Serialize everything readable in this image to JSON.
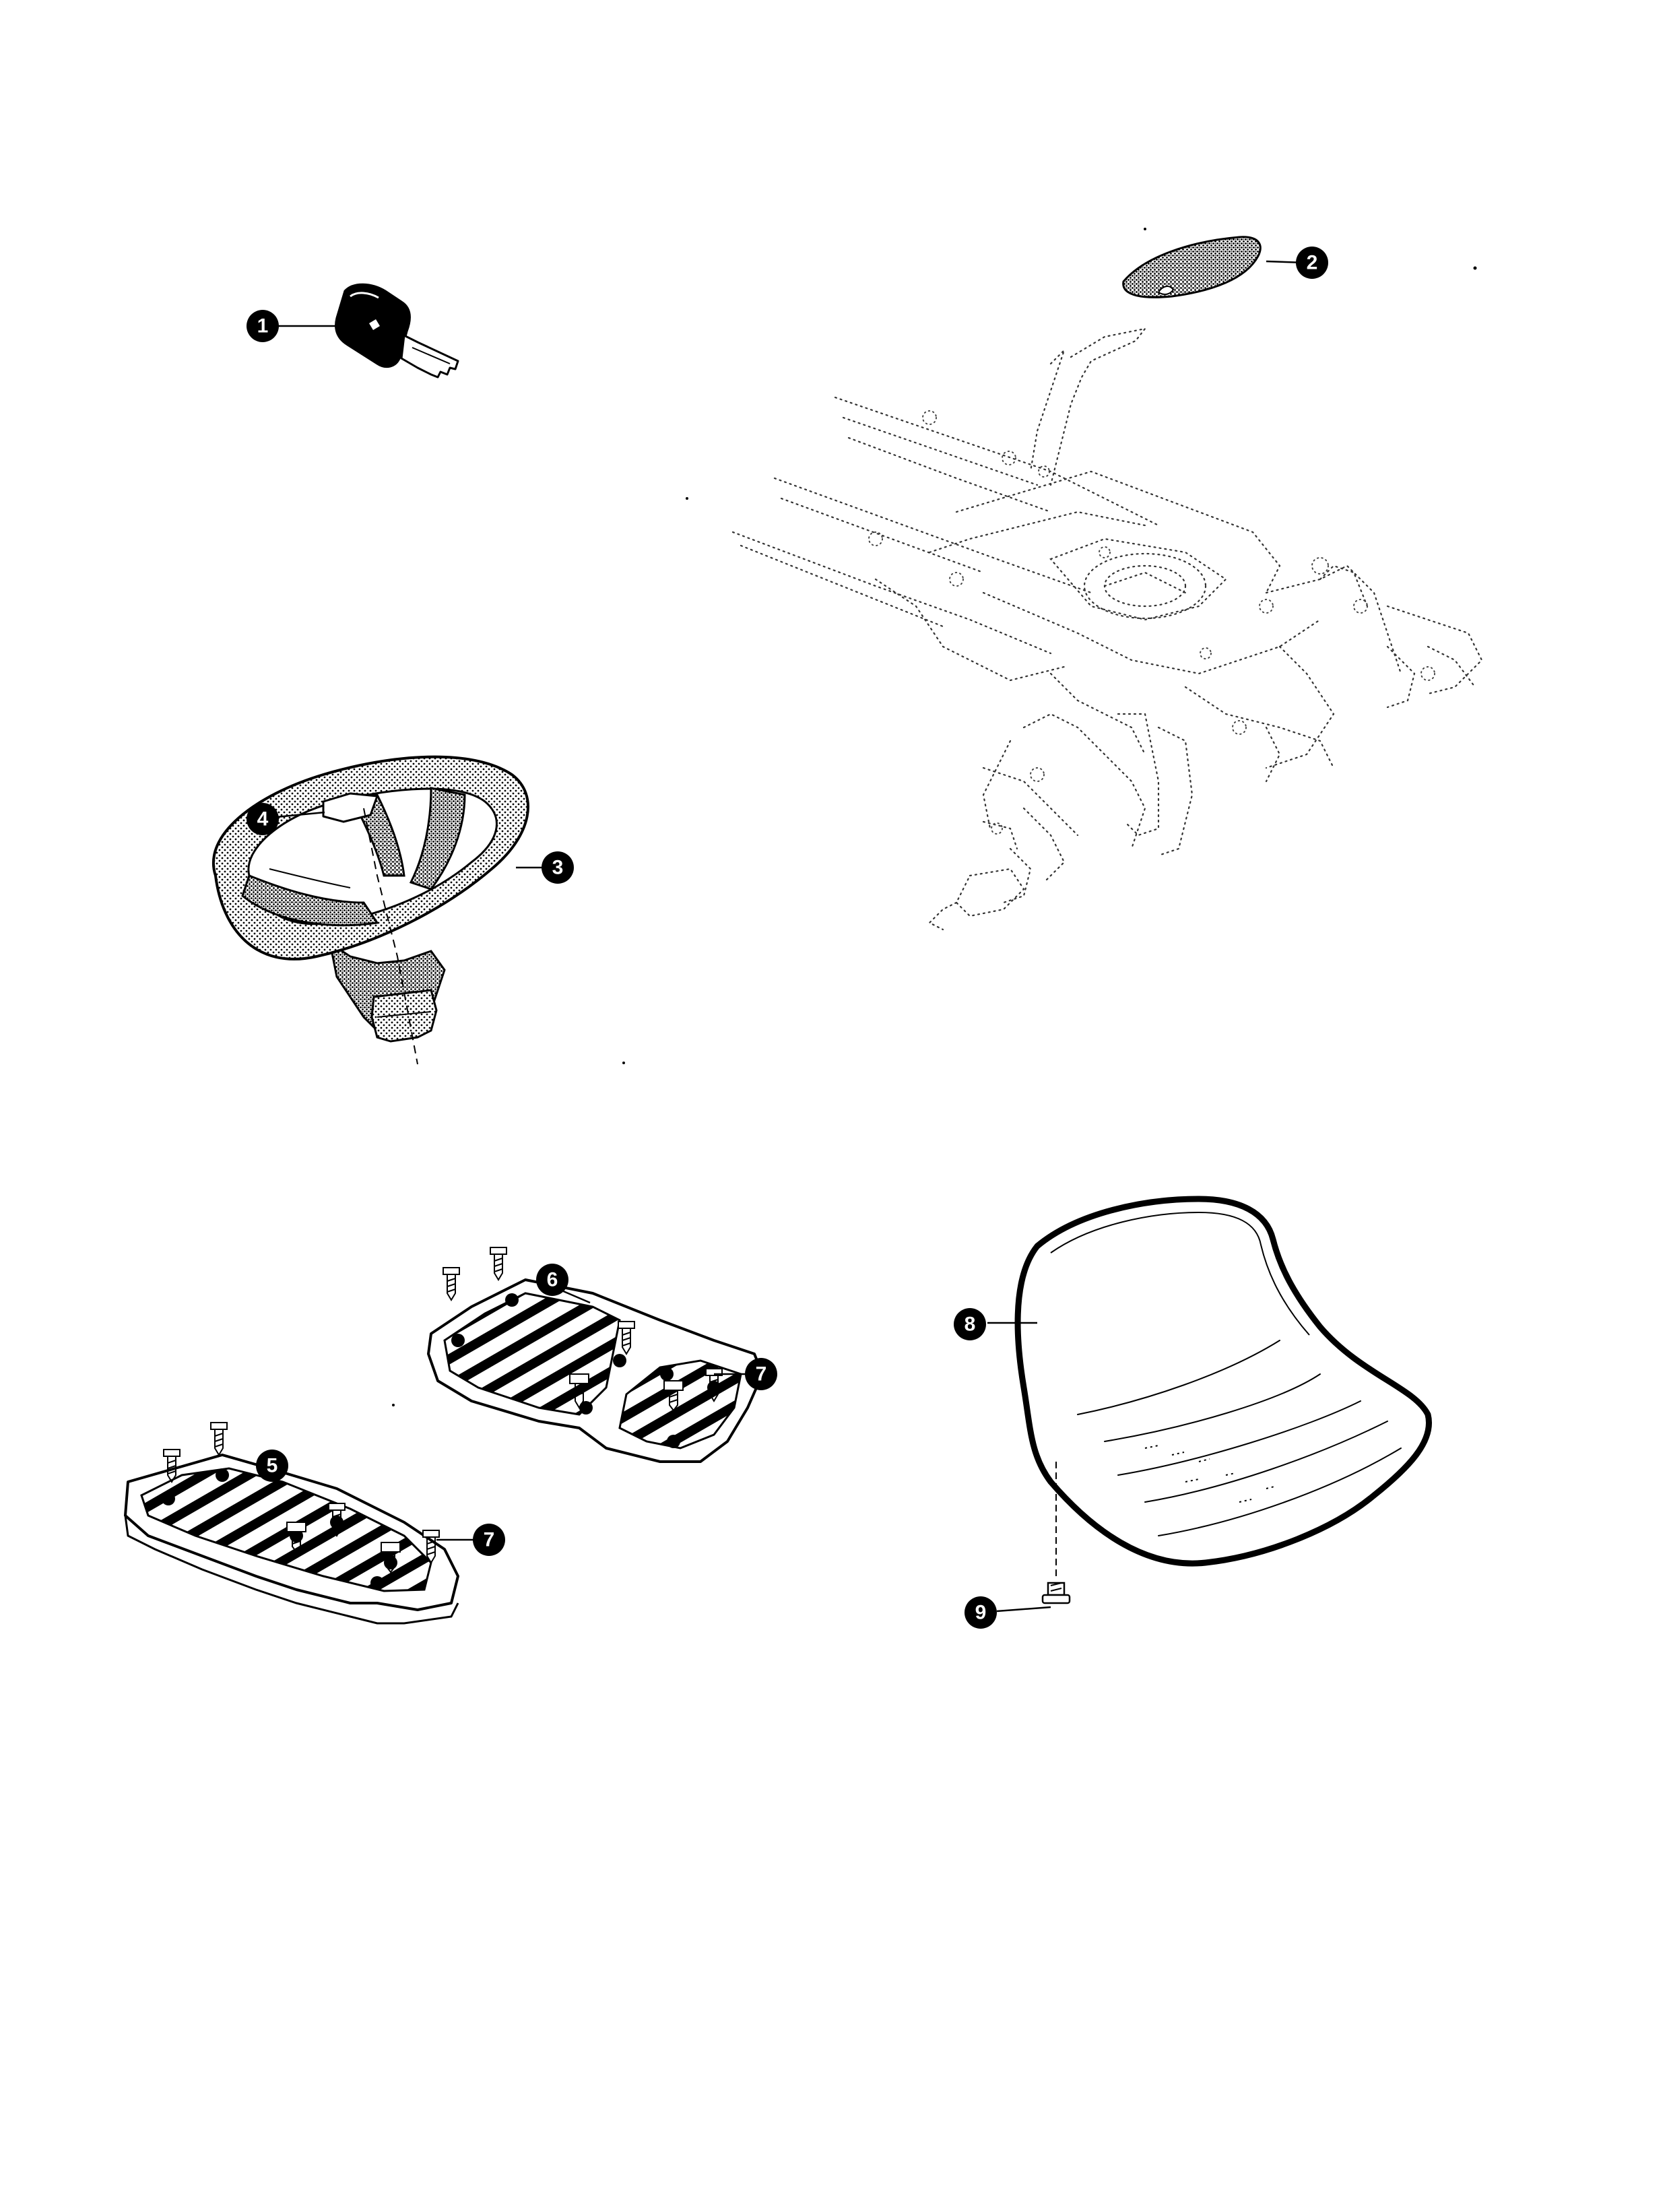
{
  "callouts": [
    {
      "id": "1",
      "label": "1",
      "part": "ignition-key"
    },
    {
      "id": "2",
      "label": "2",
      "part": "pedal-pad"
    },
    {
      "id": "3",
      "label": "3",
      "part": "steering-wheel"
    },
    {
      "id": "4",
      "label": "4",
      "part": "steering-wheel-cap"
    },
    {
      "id": "5",
      "label": "5",
      "part": "left-footrest-mat"
    },
    {
      "id": "6",
      "label": "6",
      "part": "right-footrest-mat"
    },
    {
      "id": "7a",
      "label": "7",
      "part": "screw"
    },
    {
      "id": "7b",
      "label": "7",
      "part": "screw"
    },
    {
      "id": "8",
      "label": "8",
      "part": "seat"
    },
    {
      "id": "9",
      "label": "9",
      "part": "seat-bolt"
    }
  ],
  "colors": {
    "ink": "#000000",
    "paper": "#ffffff",
    "callout_fill": "#000000",
    "callout_text": "#ffffff"
  }
}
